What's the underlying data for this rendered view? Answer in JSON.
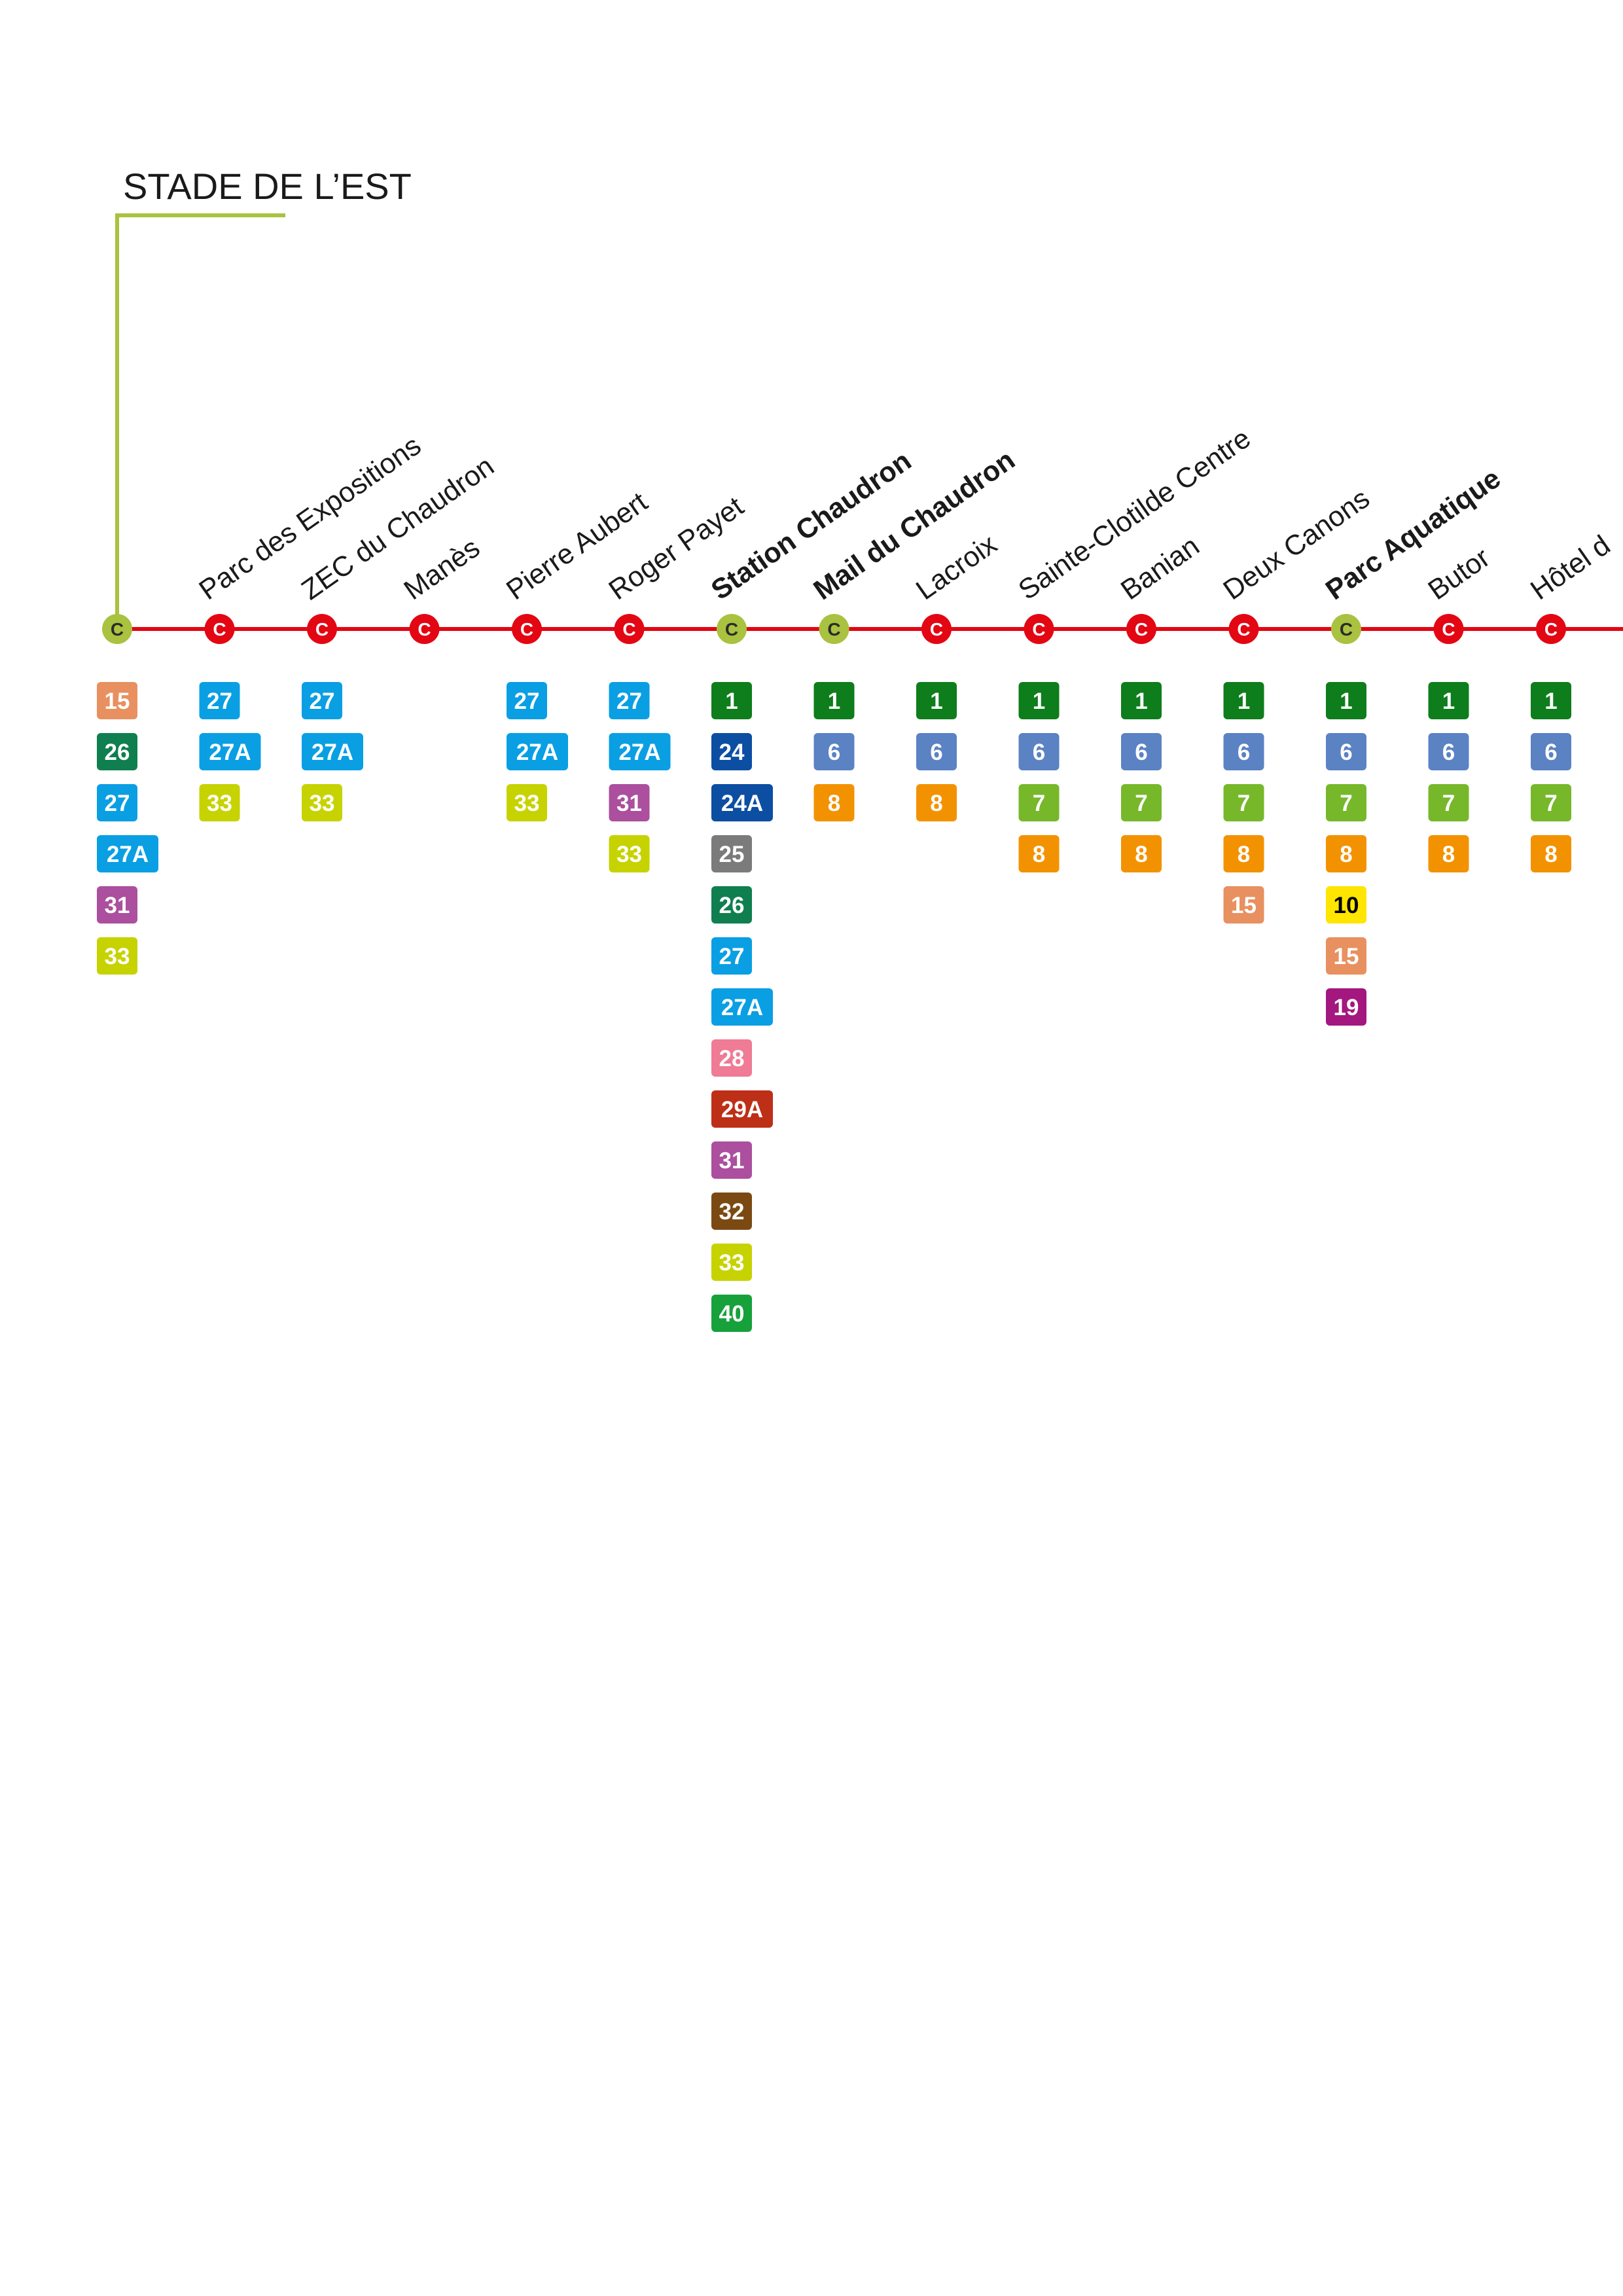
{
  "line": {
    "letter": "C",
    "color": "#e30613",
    "branch_color": "#a9c23f"
  },
  "colors": {
    "interchange_marker": "#a9c23f",
    "standard_marker": "#e30613",
    "interchange_letter": "#2b2b2b",
    "standard_letter": "#ffffff",
    "label_text": "#1a1a1a"
  },
  "route_colors": {
    "1": {
      "bg": "#0e7d1b",
      "fg": "#ffffff"
    },
    "6": {
      "bg": "#5b82c3",
      "fg": "#ffffff"
    },
    "7": {
      "bg": "#76b82a",
      "fg": "#ffffff"
    },
    "8": {
      "bg": "#f39200",
      "fg": "#ffffff"
    },
    "10": {
      "bg": "#ffe500",
      "fg": "#000000"
    },
    "15": {
      "bg": "#e8905f",
      "fg": "#ffffff"
    },
    "19": {
      "bg": "#a3177f",
      "fg": "#ffffff"
    },
    "24": {
      "bg": "#0c4ea2",
      "fg": "#ffffff"
    },
    "24A": {
      "bg": "#0c4ea2",
      "fg": "#ffffff"
    },
    "25": {
      "bg": "#7b7b7b",
      "fg": "#ffffff"
    },
    "26": {
      "bg": "#0f7f4f",
      "fg": "#ffffff"
    },
    "27": {
      "bg": "#0a9fe3",
      "fg": "#ffffff"
    },
    "27A": {
      "bg": "#0a9fe3",
      "fg": "#ffffff"
    },
    "28": {
      "bg": "#ef7b94",
      "fg": "#ffffff"
    },
    "29A": {
      "bg": "#be2f17",
      "fg": "#ffffff"
    },
    "31": {
      "bg": "#ab4f9e",
      "fg": "#ffffff"
    },
    "32": {
      "bg": "#7b4a13",
      "fg": "#ffffff"
    },
    "33": {
      "bg": "#c6d300",
      "fg": "#ffffff"
    },
    "40": {
      "bg": "#17a13b",
      "fg": "#ffffff"
    }
  },
  "stops": [
    {
      "name": "STADE DE L’EST",
      "terminus": true,
      "interchange": true,
      "emphasis": false,
      "routes": [
        "15",
        "26",
        "27",
        "27A",
        "31",
        "33"
      ]
    },
    {
      "name": "Parc des Expositions",
      "interchange": false,
      "emphasis": false,
      "routes": [
        "27",
        "27A",
        "33"
      ]
    },
    {
      "name": "ZEC du Chaudron",
      "interchange": false,
      "emphasis": false,
      "routes": [
        "27",
        "27A",
        "33"
      ]
    },
    {
      "name": "Manès",
      "interchange": false,
      "emphasis": false,
      "routes": []
    },
    {
      "name": "Pierre Aubert",
      "interchange": false,
      "emphasis": false,
      "routes": [
        "27",
        "27A",
        "33"
      ]
    },
    {
      "name": "Roger Payet",
      "interchange": false,
      "emphasis": false,
      "routes": [
        "27",
        "27A",
        "31",
        "33"
      ]
    },
    {
      "name": "Station Chaudron",
      "interchange": true,
      "emphasis": true,
      "routes": [
        "1",
        "24",
        "24A",
        "25",
        "26",
        "27",
        "27A",
        "28",
        "29A",
        "31",
        "32",
        "33",
        "40"
      ]
    },
    {
      "name": "Mail du Chaudron",
      "interchange": true,
      "emphasis": true,
      "routes": [
        "1",
        "6",
        "8"
      ]
    },
    {
      "name": "Lacroix",
      "interchange": false,
      "emphasis": false,
      "routes": [
        "1",
        "6",
        "8"
      ]
    },
    {
      "name": "Sainte-Clotilde Centre",
      "interchange": false,
      "emphasis": false,
      "routes": [
        "1",
        "6",
        "7",
        "8"
      ]
    },
    {
      "name": "Banian",
      "interchange": false,
      "emphasis": false,
      "routes": [
        "1",
        "6",
        "7",
        "8"
      ]
    },
    {
      "name": "Deux Canons",
      "interchange": false,
      "emphasis": false,
      "routes": [
        "1",
        "6",
        "7",
        "8",
        "15"
      ]
    },
    {
      "name": "Parc Aquatique",
      "interchange": true,
      "emphasis": true,
      "routes": [
        "1",
        "6",
        "7",
        "8",
        "10",
        "15",
        "19"
      ]
    },
    {
      "name": "Butor",
      "interchange": false,
      "emphasis": false,
      "routes": [
        "1",
        "6",
        "7",
        "8"
      ]
    },
    {
      "name": "Hôtel d",
      "interchange": false,
      "emphasis": false,
      "routes": [
        "1",
        "6",
        "7",
        "8"
      ]
    }
  ]
}
